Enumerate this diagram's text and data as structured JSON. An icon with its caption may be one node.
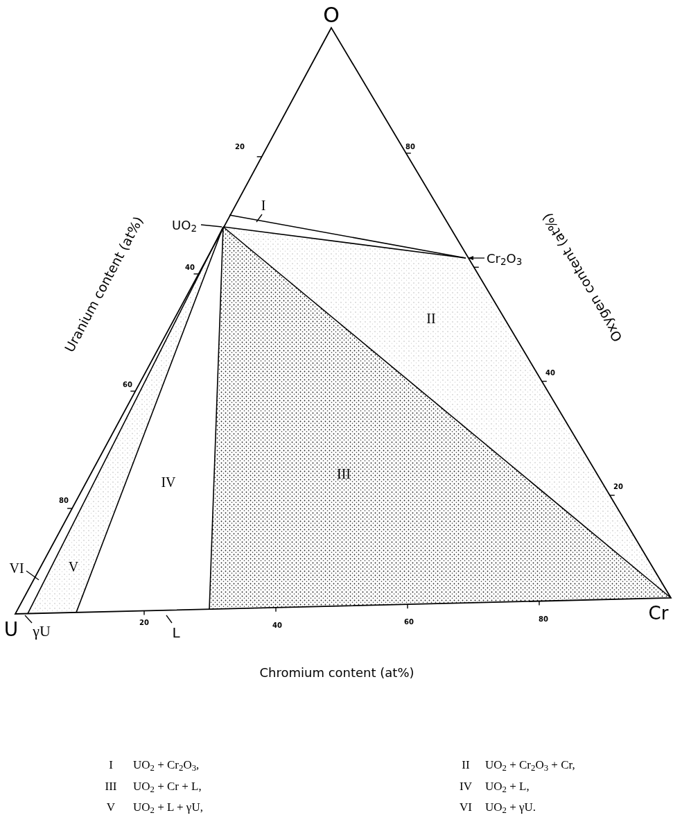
{
  "diagram": {
    "nodes": [
      {
        "text": [
          "UO$_{2}$"
        ]
      },
      {
        "text": [
          "Cr$_{2}$O$_{3}$"
        ]
      },
      {
        "text": [
          "I"
        ]
      },
      {
        "text": [
          "VI"
        ]
      },
      {
        "text": [
          "γU"
        ]
      },
      {
        "text": [
          "L"
        ]
      }
    ],
    "edges": [
      {
        "from": 0,
        "to": null,
        "arrow": "none"
      },
      {
        "from": 1,
        "to": null,
        "arrow": "to"
      },
      {
        "from": 2,
        "to": null,
        "arrow": "none"
      },
      {
        "from": 3,
        "to": null,
        "arrow": "none"
      },
      {
        "from": 4,
        "to": null,
        "arrow": "none"
      },
      {
        "from": 5,
        "to": null,
        "arrow": "none"
      }
    ],
    "labels": [
      "O",
      "20",
      "80",
      "Uranium content (at%)",
      "Oxygen content (at%)",
      "40",
      "II",
      "40",
      "60",
      "IV",
      "III",
      "80",
      "20",
      "V",
      "U",
      "Cr",
      "20",
      "40",
      "60",
      "80",
      "Chromium content (at%)",
      "I",
      "UO$_{2}$ + Cr$_{2}$O$_{3}$,",
      "II",
      "UO$_{2}$ + Cr$_{2}$O$_{3}$ + Cr,",
      "III",
      "UO$_{2}$ + Cr + L,",
      "IV",
      "UO$_{2}$ + L,",
      "V",
      "UO$_{2}$ + L + γU,",
      "VI",
      "UO$_{2}$ + γU."
    ]
  }
}
